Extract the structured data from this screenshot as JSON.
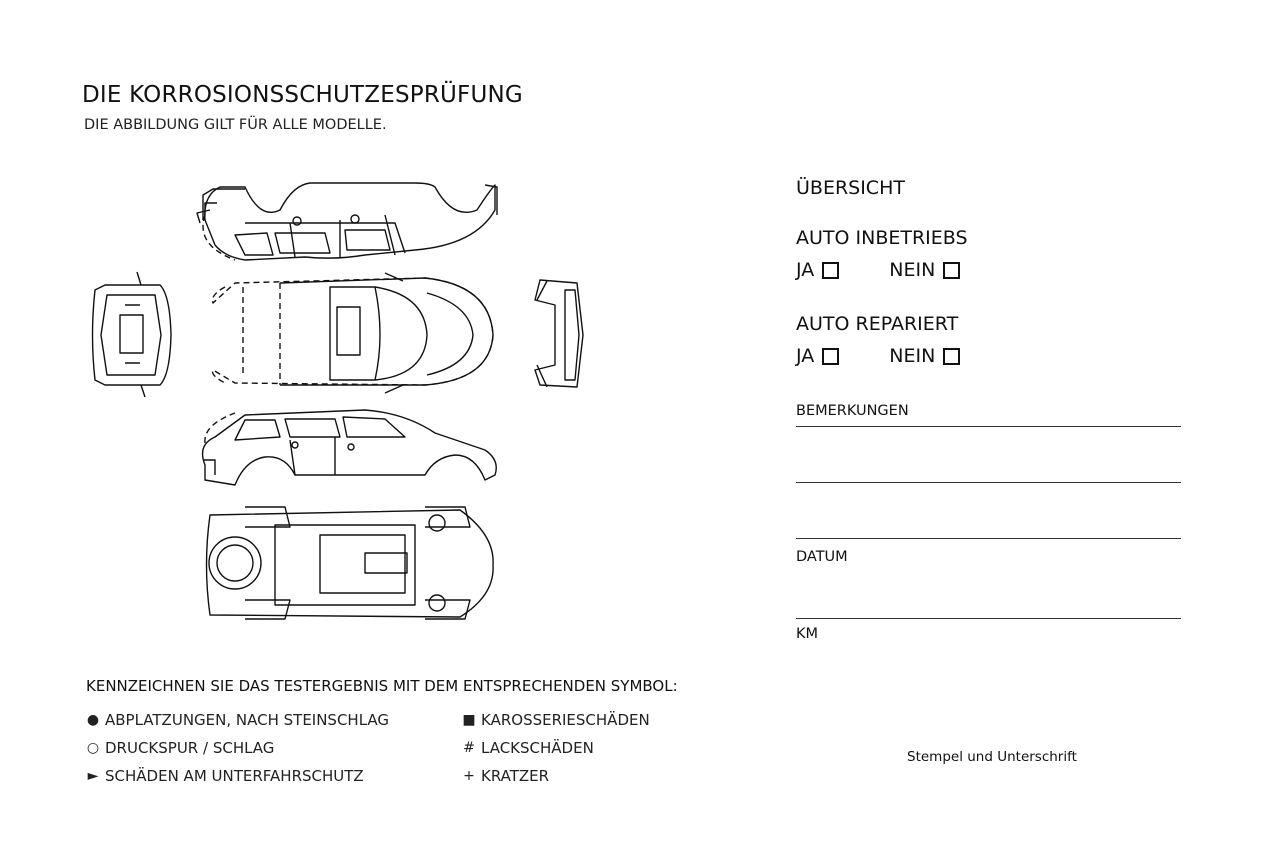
{
  "header": {
    "title": "DIE KORROSIONSSCHUTZESPRÜFUNG",
    "subtitle": "DIE ABBILDUNG GILT FÜR ALLE MODELLE."
  },
  "legend": {
    "heading": "KENNZEICHNEN SIE DAS TESTERGEBNIS MIT DEM ENTSPRECHENDEN SYMBOL:",
    "items": [
      {
        "symbol": "●",
        "label": "ABPLATZUNGEN, NACH STEINSCHLAG"
      },
      {
        "symbol": "○",
        "label": "DRUCKSPUR / SCHLAG"
      },
      {
        "symbol": "►",
        "label": "SCHÄDEN AM UNTERFAHRSCHUTZ"
      },
      {
        "symbol": "■",
        "label": "KAROSSERIESCHÄDEN"
      },
      {
        "symbol": "#",
        "label": "LACKSCHÄDEN"
      },
      {
        "symbol": "+",
        "label": "KRATZER"
      }
    ]
  },
  "overview": {
    "heading": "ÜBERSICHT",
    "in_operation": {
      "label": "AUTO INBETRIEBS",
      "yes": "JA",
      "no": "NEIN"
    },
    "repaired": {
      "label": "AUTO REPARIERT",
      "yes": "JA",
      "no": "NEIN"
    },
    "remarks_label": "BEMERKUNGEN",
    "date_label": "DATUM",
    "km_label": "KM",
    "stamp_label": "Stempel und Unterschrift"
  }
}
